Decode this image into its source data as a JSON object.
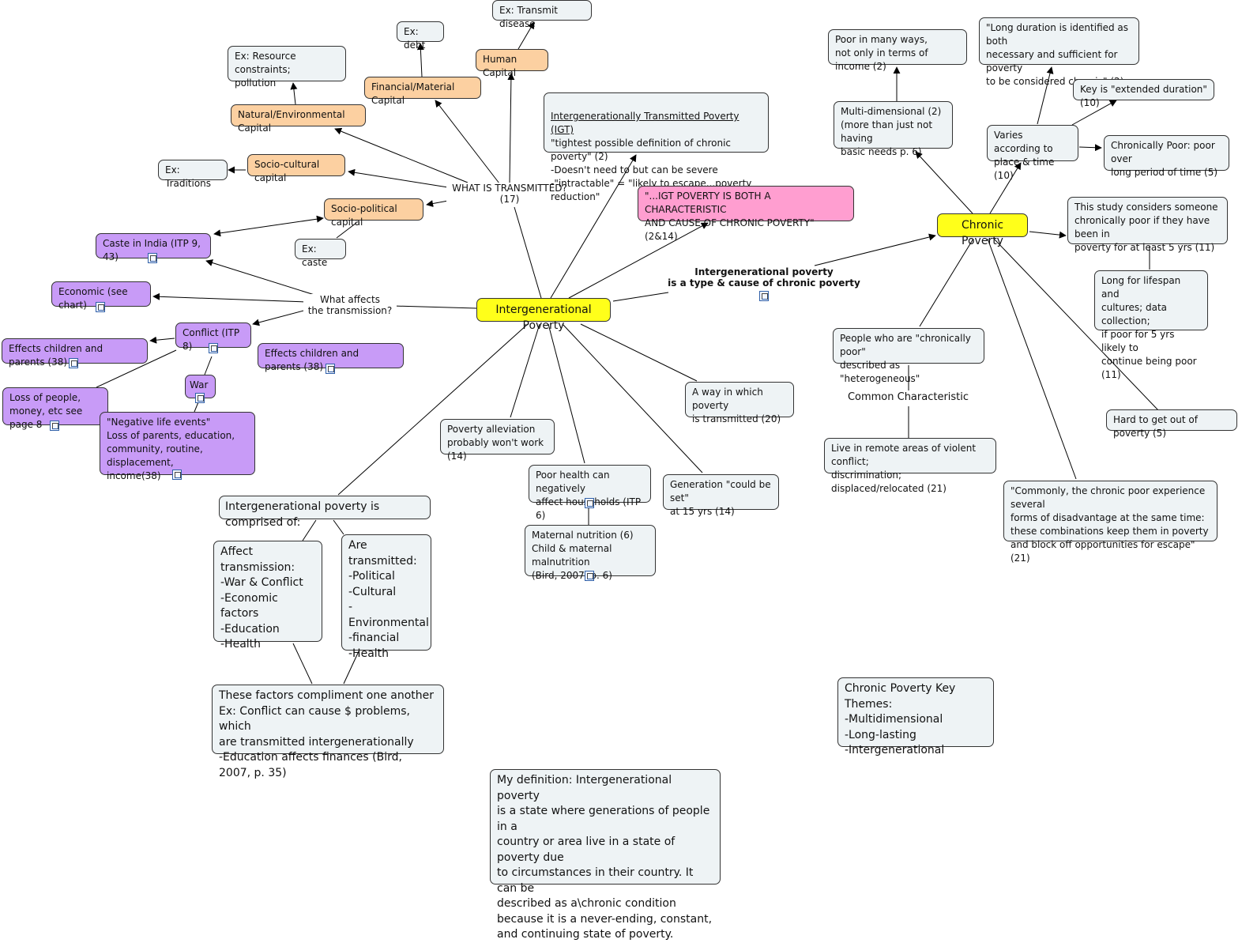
{
  "nodes": {
    "intergen": "Intergenerational Poverty",
    "chronic": "Chronic Poverty",
    "what_transmitted": "WHAT IS TRANSMITTED?\n(17)",
    "what_affects": "What affects\nthe transmission?",
    "type_cause": "Intergenerational poverty\nis a type & cause of chronic poverty",
    "human_capital": "Human Capital",
    "ex_disease": "Ex: Transmit disease",
    "financial_capital": "Financial/Material Capital",
    "ex_debt": "Ex: debt",
    "natural_capital": "Natural/Environmental Capital",
    "ex_resource": "Ex: Resource constraints;\npollution",
    "sociocultural_capital": "Socio-cultural capital",
    "ex_traditions": "Ex: Traditions",
    "sociopolitical_capital": "Socio-political capital",
    "ex_caste": "Ex: caste",
    "caste_india": "Caste in India (ITP 9, 43)",
    "economic": "Economic (see chart)",
    "conflict": "Conflict (ITP 8)",
    "effects_left": "Effects children and parents (38)",
    "effects_center": "Effects children and parents (38)",
    "war": "War",
    "loss_people": "Loss of people,\nmoney, etc see page 8",
    "negative_events": "\"Negative life events\"\nLoss of parents, education,\ncommunity, routine, displacement,\nincome(38)",
    "igt_title": "Intergenerationally Transmitted Poverty (IGT)",
    "igt_body": "\"tightest possible definition of chronic poverty\" (2)\n-Doesn't need to but can be severe\n-\"intractable\" = \"likely to escape...poverty reduction\"",
    "igt_quote": "\"...IGT POVERTY IS BOTH A CHARACTERISTIC\nAND CAUSE OF CHRONIC POVERTY\" (2&14)",
    "way_transmitted": "A way in which poverty\nis transmitted (20)",
    "alleviation": "Poverty alleviation\nprobably won't work (14)",
    "poor_health": "Poor health can negatively\naffect households  (ITP 6)",
    "maternal": "Maternal nutrition (6)\nChild & maternal malnutrition\n(Bird, 2007, p. 6)",
    "generation": "Generation \"could be set\"\nat 15 yrs (14)",
    "comprised": "Intergenerational poverty is comprised of:",
    "affect_transmission": "Affect transmission:\n-War & Conflict\n-Economic factors\n-Education\n-Health",
    "are_transmitted": "Are transmitted:\n-Political\n-Cultural\n-Environmental\n-financial\n-Health",
    "factors": "These factors compliment one another\nEx: Conflict can cause $ problems, which\nare transmitted intergenerationally\n-Education affects finances (Bird, 2007, p. 35)",
    "definition": "My definition: Intergenerational poverty\nis a state where generations of people in a\ncountry or area live in a state of  poverty due\nto circumstances in their country. It can be\ndescribed as a\\chronic condition\nbecause it is a never-ending, constant,\nand continuing state of poverty.",
    "poor_many_ways": "Poor in many ways,\nnot only in terms of income (2)",
    "multi_dim": "Multi-dimensional (2)\n(more than just not having\nbasic needs p. 6)",
    "long_duration": "\"Long duration is identified as both\nnecessary and sufficient for poverty\nto be considered chronic\" (2)",
    "key_extended": "Key is \"extended duration\" (10)",
    "varies": "Varies according to\nplace & time (10)",
    "chronically_poor": "Chronically Poor: poor over\nlong period of time (5)",
    "this_study": "This study considers someone\nchronically poor if they have been in\npoverty for at least 5 yrs (11)",
    "long_lifespan": "Long for lifespan and\ncultures; data collection;\nif poor for 5 yrs likely to\ncontinue being poor (11)",
    "heterogeneous": "People who are \"chronically poor\"\ndescribed as \"heterogeneous\"",
    "common_char": "Common Characteristic",
    "remote_areas": "Live in remote areas of violent conflict;\ndiscrimination; displaced/relocated (21)",
    "hard_get_out": "Hard to get out of poverty (5)",
    "commonly": "\"Commonly, the chronic poor experience several\nforms of disadvantage at the same time:\nthese combinations keep them in poverty\nand block off opportunities for escape\" (21)",
    "key_themes": "Chronic Poverty Key Themes:\n-Multidimensional\n-Long-lasting\n-Intergenerational"
  },
  "colors": {
    "central": "#ffff1a",
    "capital": "#fcd0a1",
    "affects": "#c89bf7",
    "quote": "#ff9ed0",
    "note": "#eef3f5"
  },
  "icons": [
    "note-icon"
  ]
}
